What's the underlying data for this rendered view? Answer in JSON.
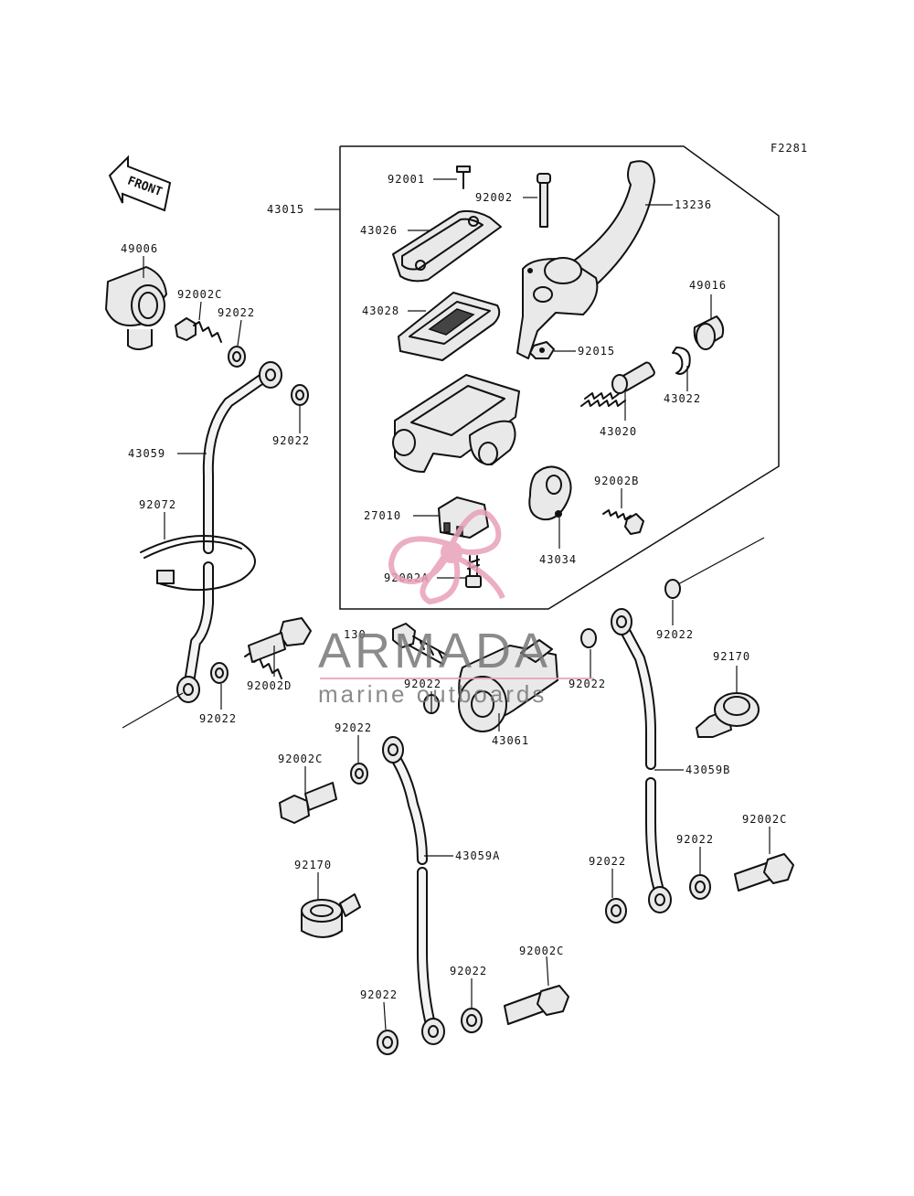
{
  "figure_code": "F2281",
  "front_arrow_label": "FRONT",
  "parts": {
    "p43015": "43015",
    "p92001": "92001",
    "p92002": "92002",
    "p13236": "13236",
    "p43026": "43026",
    "p43028": "43028",
    "p92015": "92015",
    "p49016": "49016",
    "p43022": "43022",
    "p43020": "43020",
    "p92002b": "92002B",
    "p27010": "27010",
    "p43034": "43034",
    "p92002a": "92002A",
    "p49006": "49006",
    "p92002c_top": "92002C",
    "p92022_a": "92022",
    "p92022_b": "92022",
    "p43059": "43059",
    "p92072": "92072",
    "p92022_c": "92022",
    "p92002d": "92002D",
    "p130": "130",
    "p92022_d": "92022",
    "p92022_e": "92022",
    "p43061": "43061",
    "p92022_f": "92022",
    "p92170_r": "92170",
    "p43059b": "43059B",
    "p92002c_r": "92002C",
    "p92022_g": "92022",
    "p92022_h": "92022",
    "p92022_i": "92022",
    "p92002c_l": "92002C",
    "p92170_l": "92170",
    "p43059a": "43059A",
    "p92022_j": "92022",
    "p92022_k": "92022",
    "p92002c_b": "92002C"
  },
  "watermark": {
    "brand": "ARMADA",
    "tagline": "marine outboards",
    "accent_color": "#e8a0b8"
  }
}
